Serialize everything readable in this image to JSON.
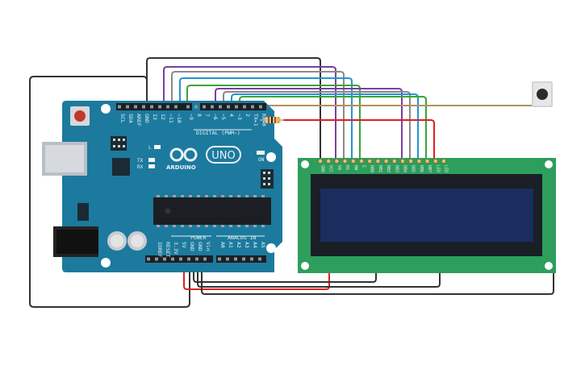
{
  "board": {
    "brand": "ARDUINO",
    "model": "UNO",
    "digital_heading": "DIGITAL (PWM~)",
    "power_heading": "POWER",
    "analog_heading": "ANALOG IN",
    "on_label": "ON",
    "led_l": "L",
    "led_tx": "TX",
    "led_rx": "RX",
    "top_header_labels": [
      "SCL",
      "SDA",
      "AREF",
      "GND",
      "13",
      "12",
      "~11",
      "~10",
      "~9",
      "8",
      "7",
      "~6",
      "~5",
      "4",
      "~3",
      "2",
      "TX▸1",
      "RX◂0"
    ],
    "power_header_labels": [
      "IOREF",
      "RESET",
      "3.3V",
      "5V",
      "GND",
      "GND",
      "Vin"
    ],
    "analog_header_labels": [
      "A0",
      "A1",
      "A2",
      "A3",
      "A4",
      "A5"
    ]
  },
  "lcd": {
    "pin_labels": [
      "GND",
      "VCC",
      "V0",
      "RS",
      "RW",
      "E",
      "DB0",
      "DB1",
      "DB2",
      "DB3",
      "DB4",
      "DB5",
      "DB6",
      "DB7",
      "LED",
      "LED"
    ]
  },
  "colors": {
    "board": "#1c7a9e",
    "lcd_board": "#2e9e5c",
    "lcd_screen": "#1a2d5e",
    "wire_black": "#333333",
    "wire_purple": "#7b3fa0",
    "wire_gray": "#8a8a8a",
    "wire_blue": "#2196d3",
    "wire_green": "#3aa33a",
    "wire_red": "#e02020",
    "wire_brown": "#b09060"
  }
}
